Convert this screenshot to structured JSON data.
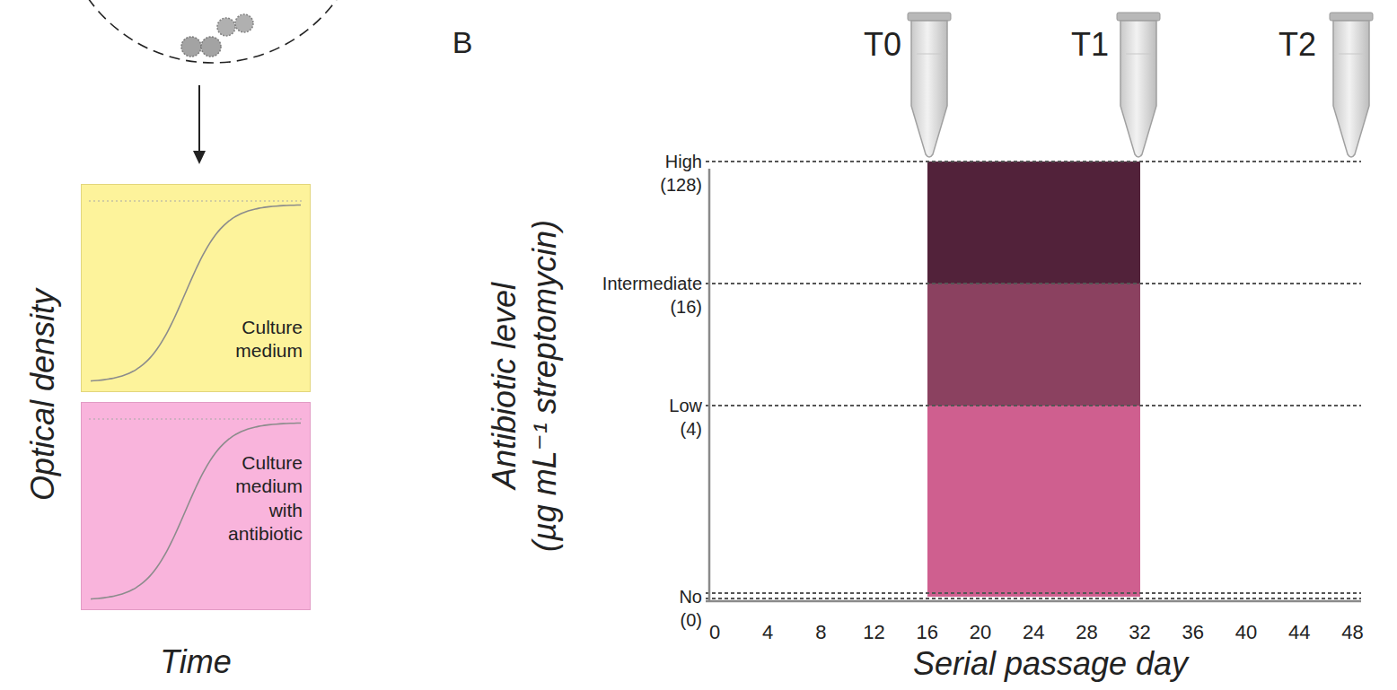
{
  "diagram": {
    "nodes": [
      {
        "text": [
          "Culture medium"
        ]
      },
      {
        "text": [
          "Culture medium with antibiotic"
        ]
      }
    ],
    "labels": [
      "Optical density",
      "Time",
      "B",
      "T0",
      "T1",
      "T2",
      "Antibiotic level",
      "(µg mL⁻¹ streptomycin)",
      "High (128)",
      "Intermediate (16)",
      "Low (4)",
      "No (0)",
      "0",
      "4",
      "8",
      "12",
      "16",
      "20",
      "24",
      "28",
      "32",
      "36",
      "40",
      "44",
      "48",
      "Serial passage day"
    ]
  }
}
